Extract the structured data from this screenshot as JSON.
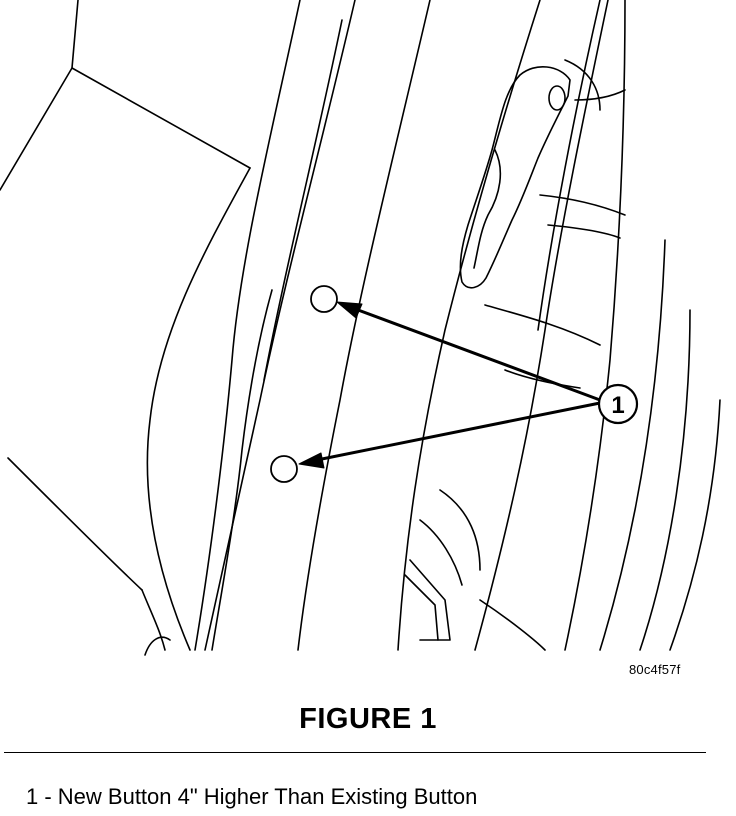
{
  "figure": {
    "reference_code": "80c4f57f",
    "title": "FIGURE 1",
    "callout": "1"
  },
  "legend": {
    "items": [
      {
        "text": "1 - New Button 4\" Higher Than Existing Button"
      }
    ]
  }
}
